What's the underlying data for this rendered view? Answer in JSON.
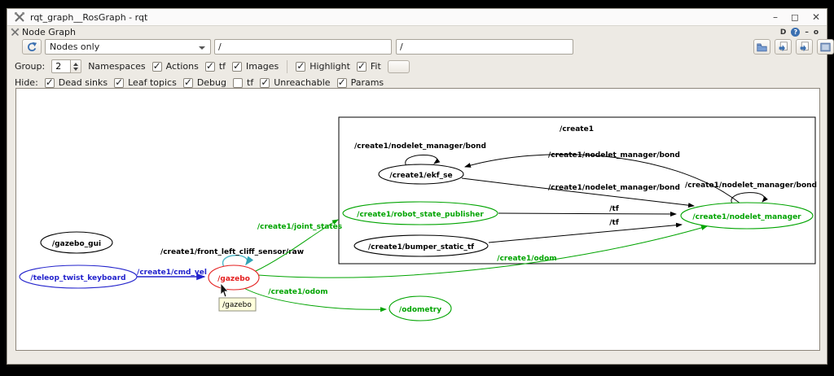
{
  "window": {
    "title": "rqt_graph__RosGraph - rqt",
    "controls": {
      "minimize": "–",
      "maximize": "◻",
      "close": "✕"
    }
  },
  "plugin": {
    "title": "Node Graph",
    "icons": {
      "settings_glyph": "D",
      "help_glyph": "?",
      "collapse_glyph": "–",
      "close_glyph": "o"
    }
  },
  "toolbar": {
    "mode_select_value": "Nodes only",
    "filter_field_1": "/",
    "filter_field_2": "/"
  },
  "filter_row": {
    "group_label": "Group:",
    "group_value": "2",
    "namespaces_label": "Namespaces",
    "checks": [
      {
        "label": "Actions",
        "checked": true
      },
      {
        "label": "tf",
        "checked": true
      },
      {
        "label": "Images",
        "checked": true
      },
      {
        "label": "Highlight",
        "checked": true
      },
      {
        "label": "Fit",
        "checked": true
      }
    ]
  },
  "hide_row": {
    "label": "Hide:",
    "checks": [
      {
        "label": "Dead sinks",
        "checked": true
      },
      {
        "label": "Leaf topics",
        "checked": true
      },
      {
        "label": "Debug",
        "checked": true
      },
      {
        "label": "tf",
        "checked": false
      },
      {
        "label": "Unreachable",
        "checked": true
      },
      {
        "label": "Params",
        "checked": true
      }
    ]
  },
  "graph": {
    "cluster_label": "/create1",
    "nodes": {
      "gazebo_gui": {
        "label": "/gazebo_gui",
        "color": "#000000"
      },
      "teleop_twist_keyboard": {
        "label": "/teleop_twist_keyboard",
        "color": "#2323cc"
      },
      "gazebo": {
        "label": "/gazebo",
        "color": "#e41e1e"
      },
      "odometry": {
        "label": "/odometry",
        "color": "#00a400"
      },
      "ekf_se": {
        "label": "/create1/ekf_se",
        "color": "#000000"
      },
      "robot_state_publisher": {
        "label": "/create1/robot_state_publisher",
        "color": "#00a400"
      },
      "bumper_static_tf": {
        "label": "/create1/bumper_static_tf",
        "color": "#000000"
      },
      "nodelet_manager": {
        "label": "/create1/nodelet_manager",
        "color": "#00a400"
      }
    },
    "edge_labels": {
      "cmd_vel": "/create1/cmd_vel",
      "cliff_sensor_raw": "/create1/front_left_cliff_sensor/raw",
      "joint_states": "/create1/joint_states",
      "odom": "/create1/odom",
      "nodelet_bond": "/create1/nodelet_manager/bond",
      "tf": "/tf"
    },
    "tooltip": "/gazebo",
    "colors": {
      "edge_teal": "#4cb8c8",
      "edge_green": "#00a400",
      "edge_blue": "#2323cc"
    }
  }
}
